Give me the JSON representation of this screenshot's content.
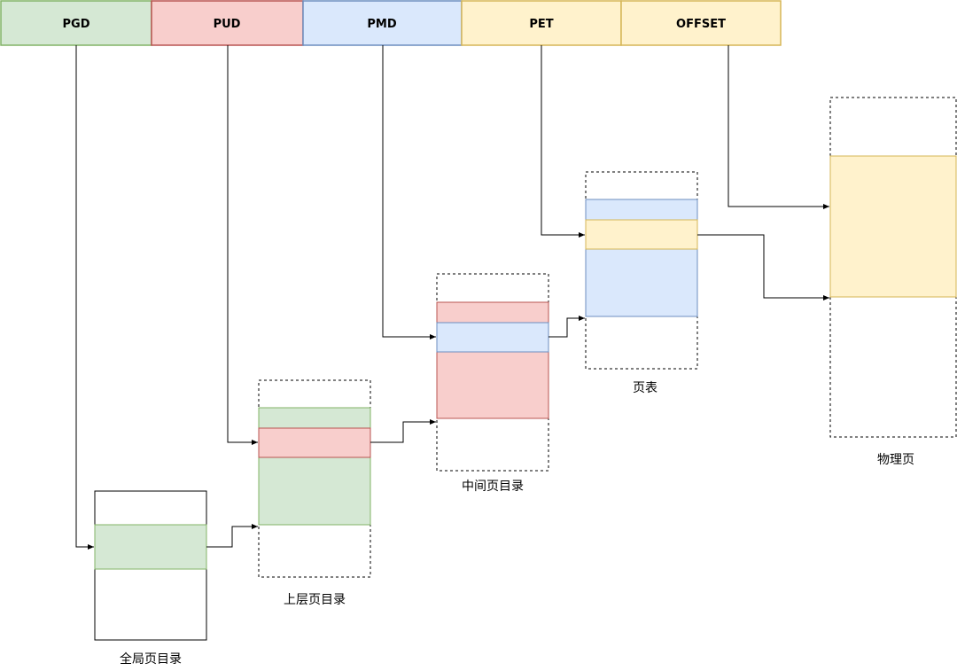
{
  "address_fields": [
    {
      "label": "PGD",
      "color": "#d5e8d4",
      "border": "#82b366"
    },
    {
      "label": "PUD",
      "color": "#f8cecc",
      "border": "#b85450"
    },
    {
      "label": "PMD",
      "color": "#dae8fc",
      "border": "#6c8ebf"
    },
    {
      "label": "PET",
      "color": "#fff2cc",
      "border": "#d6b656"
    },
    {
      "label": "OFFSET",
      "color": "#fff2cc",
      "border": "#d6b656"
    }
  ],
  "tables": {
    "pgd": {
      "label": "全局页目录"
    },
    "pud": {
      "label": "上层页目录"
    },
    "pmd": {
      "label": "中间页目录"
    },
    "pte": {
      "label": "页表"
    },
    "page": {
      "label": "物理页"
    }
  },
  "colors": {
    "green": "#d5e8d4",
    "green_border": "#82b366",
    "red": "#f8cecc",
    "red_border": "#b85450",
    "blue": "#dae8fc",
    "blue_border": "#6c8ebf",
    "yellow": "#fff2cc",
    "yellow_border": "#d6b656",
    "line": "#000000"
  }
}
